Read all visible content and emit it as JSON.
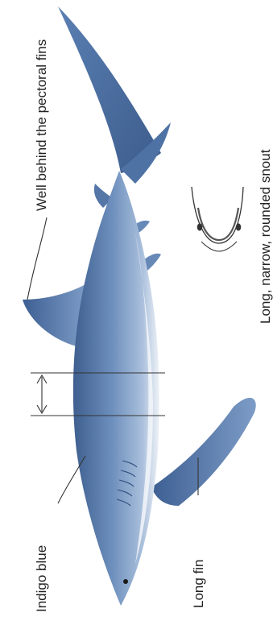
{
  "labels": {
    "dorsal": "Well behind the pectoral fins",
    "snout": "Long, narrow, rounded snout",
    "color": "Indigo blue",
    "pectoral": "Long fin"
  },
  "colors": {
    "body_dark": "#3e5f8f",
    "body_mid": "#6d8fbd",
    "belly": "#eef2f7",
    "line": "#333333",
    "text": "#222222"
  },
  "icons": [
    "shark-illustration",
    "snout-diagram",
    "double-arrow-icon"
  ]
}
